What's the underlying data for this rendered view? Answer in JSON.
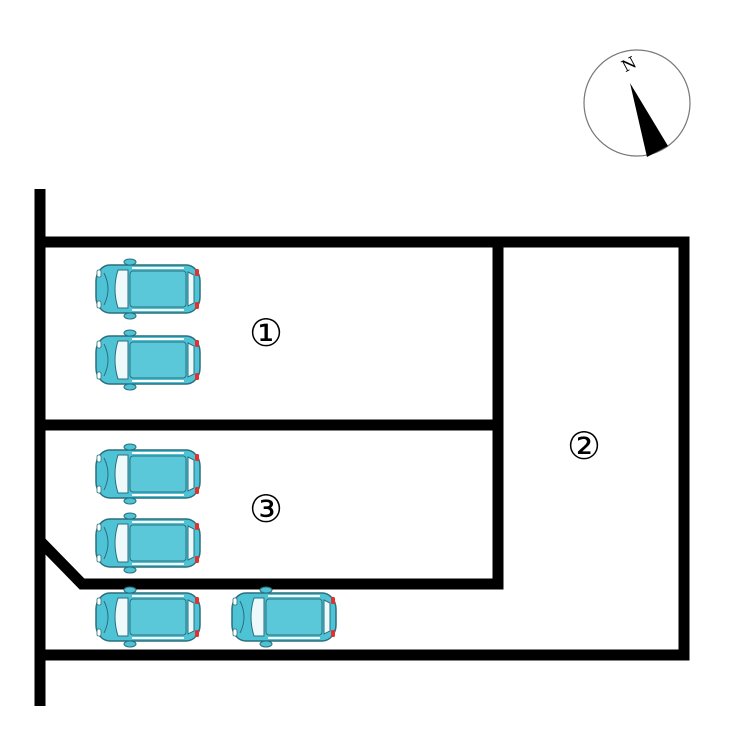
{
  "compass": {
    "letter": "N"
  },
  "lots": [
    {
      "id": "lot-1",
      "label": "①"
    },
    {
      "id": "lot-2",
      "label": "②"
    },
    {
      "id": "lot-3",
      "label": "③"
    }
  ],
  "car": {
    "body_color": "#4fc3d6",
    "glass_color": "#b8e6ef",
    "tail_light_color": "#e03030"
  },
  "parked_cars": [
    {
      "lot": "lot-1",
      "count": 2
    },
    {
      "lot": "lot-3",
      "count": 2
    },
    {
      "lot": "driveway",
      "count": 2
    }
  ]
}
